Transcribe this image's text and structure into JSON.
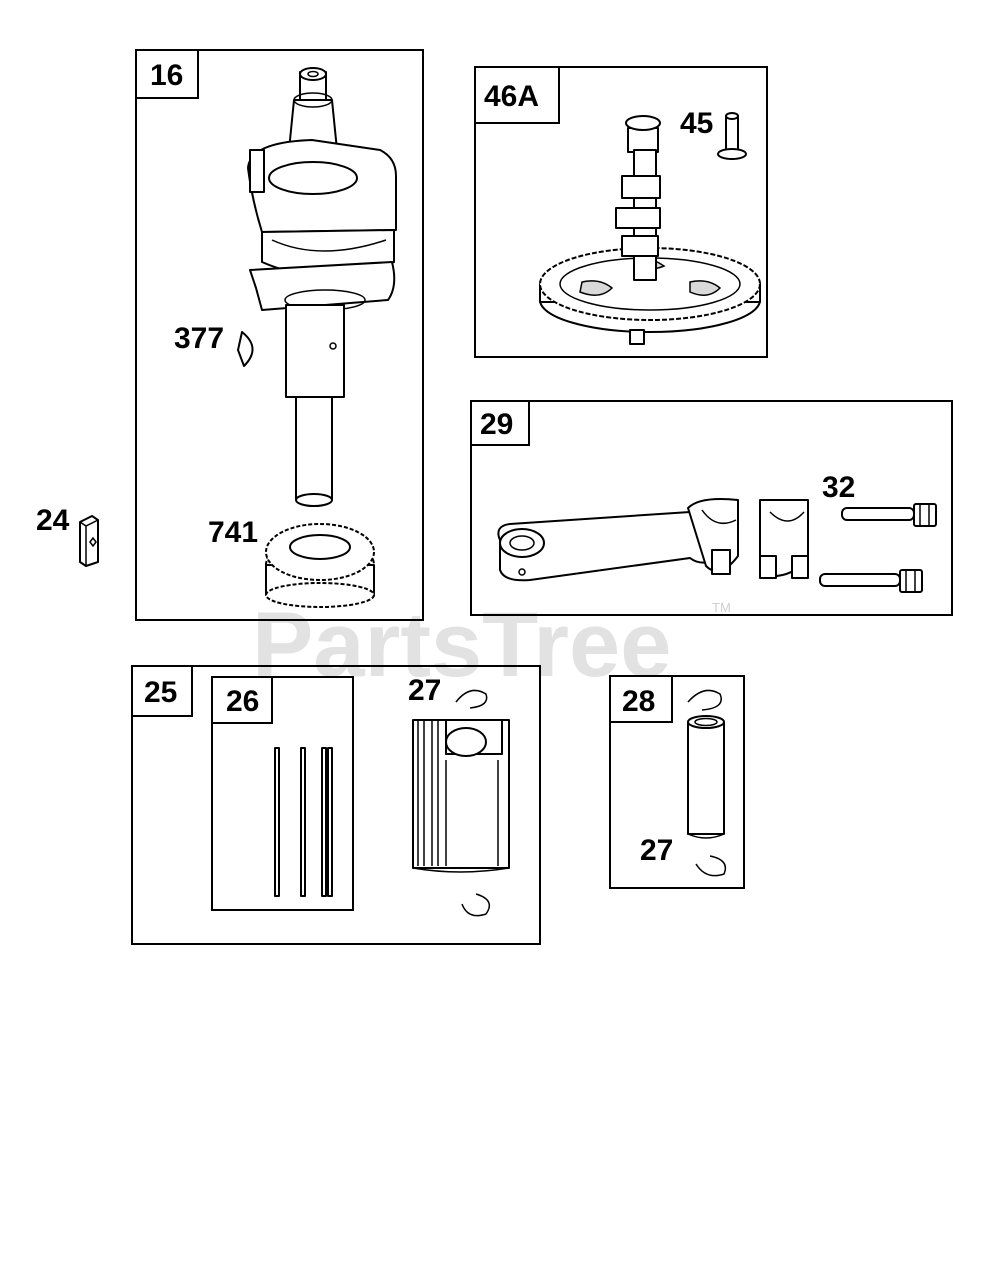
{
  "watermark": {
    "text": "PartsTree",
    "trademark": "TM"
  },
  "groups": [
    {
      "id": "crankshaft-group",
      "label": "16"
    },
    {
      "id": "camshaft-group",
      "label": "46A"
    },
    {
      "id": "connecting-rod-group",
      "label": "29"
    },
    {
      "id": "piston-assembly-group",
      "label": "25"
    },
    {
      "id": "piston-ring-set-group",
      "label": "26"
    },
    {
      "id": "piston-pin-group",
      "label": "28"
    }
  ],
  "callouts": {
    "key_woodruff": "377",
    "timing_gear": "741",
    "key_flywheel": "24",
    "valve_tappet": "45",
    "rod_bolt": "32",
    "retainer_piston": "27",
    "retainer_pin": "27"
  }
}
